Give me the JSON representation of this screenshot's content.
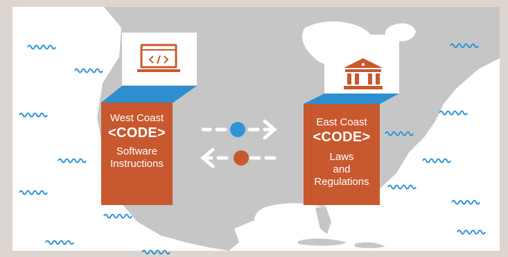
{
  "west": {
    "coast": "West Coast",
    "code": "<CODE>",
    "desc_lines": [
      "Software",
      "Instructions"
    ],
    "icon": "laptop-code-icon"
  },
  "east": {
    "coast": "East Coast",
    "code": "<CODE>",
    "desc_lines": [
      "Laws",
      "and",
      "Regulations"
    ],
    "icon": "courthouse-icon"
  },
  "exchange": {
    "icon": "bidirectional-arrows-icon",
    "dot_colors": [
      "#2f94d6",
      "#c8582e"
    ]
  },
  "colors": {
    "accent": "#c8582e",
    "top_face": "#2e8fd0",
    "land": "#c6c6c6",
    "water_marks": "#2f94d6",
    "arrows": "#ffffff"
  }
}
